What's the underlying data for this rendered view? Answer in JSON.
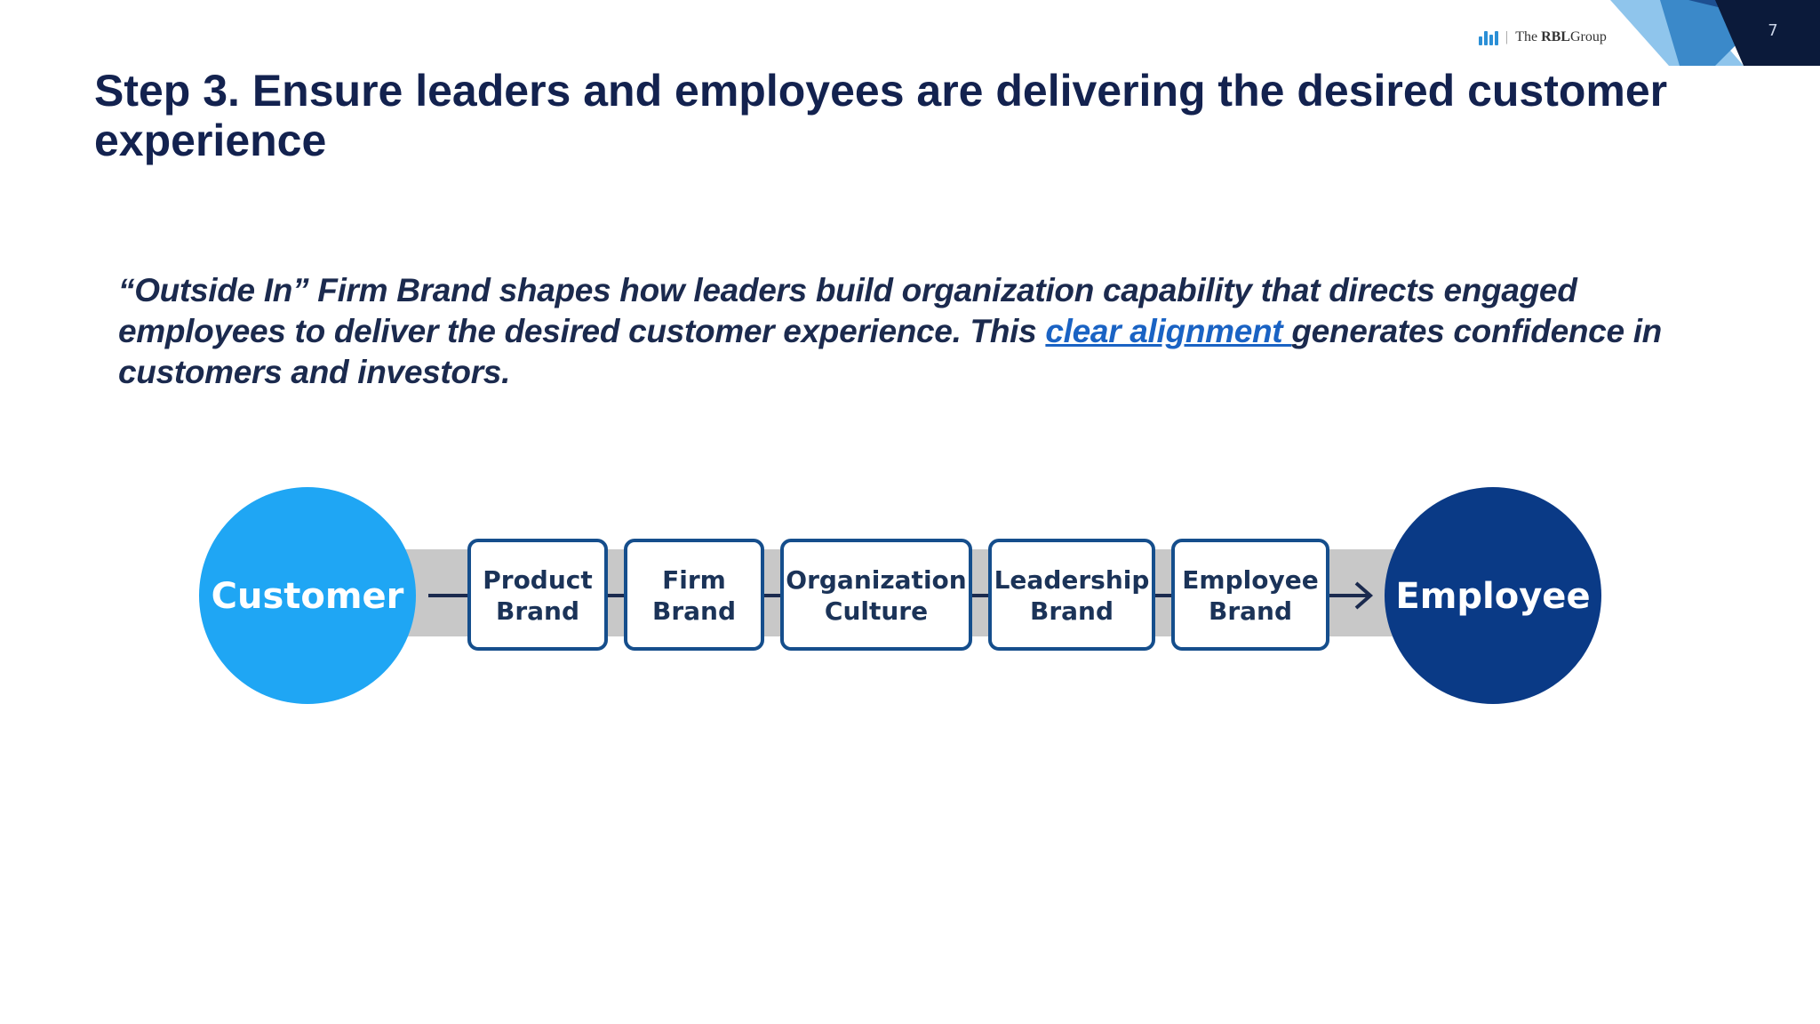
{
  "slide": {
    "page_number": "7",
    "logo": {
      "mark": "rbl",
      "separator": "|",
      "text_prefix": "The",
      "text_bold": "RBL",
      "text_suffix": "Group"
    },
    "title": "Step 3. Ensure leaders and employees are delivering the desired customer experience",
    "quote": {
      "before": "“Outside In” Firm Brand shapes how leaders build organization capability that directs engaged employees to deliver the desired customer experience. This ",
      "link_text": "clear alignment ",
      "after": "generates confidence in customers and investors."
    }
  },
  "diagram": {
    "start_node": "Customer",
    "steps": [
      {
        "line1": "Product",
        "line2": "Brand"
      },
      {
        "line1": "Firm",
        "line2": "Brand"
      },
      {
        "line1": "Organization",
        "line2": "Culture"
      },
      {
        "line1": "Leadership",
        "line2": "Brand"
      },
      {
        "line1": "Employee",
        "line2": "Brand"
      }
    ],
    "end_node": "Employee"
  },
  "colors": {
    "title": "#13224f",
    "link": "#1a63c4",
    "customer_circle": "#1fa6f4",
    "employee_circle": "#0a3a86",
    "step_border": "#154e8c",
    "step_text": "#1b3358",
    "band": "#c8c8c8"
  },
  "icons": {
    "connector": "line",
    "final_connector": "arrow-right-icon"
  }
}
